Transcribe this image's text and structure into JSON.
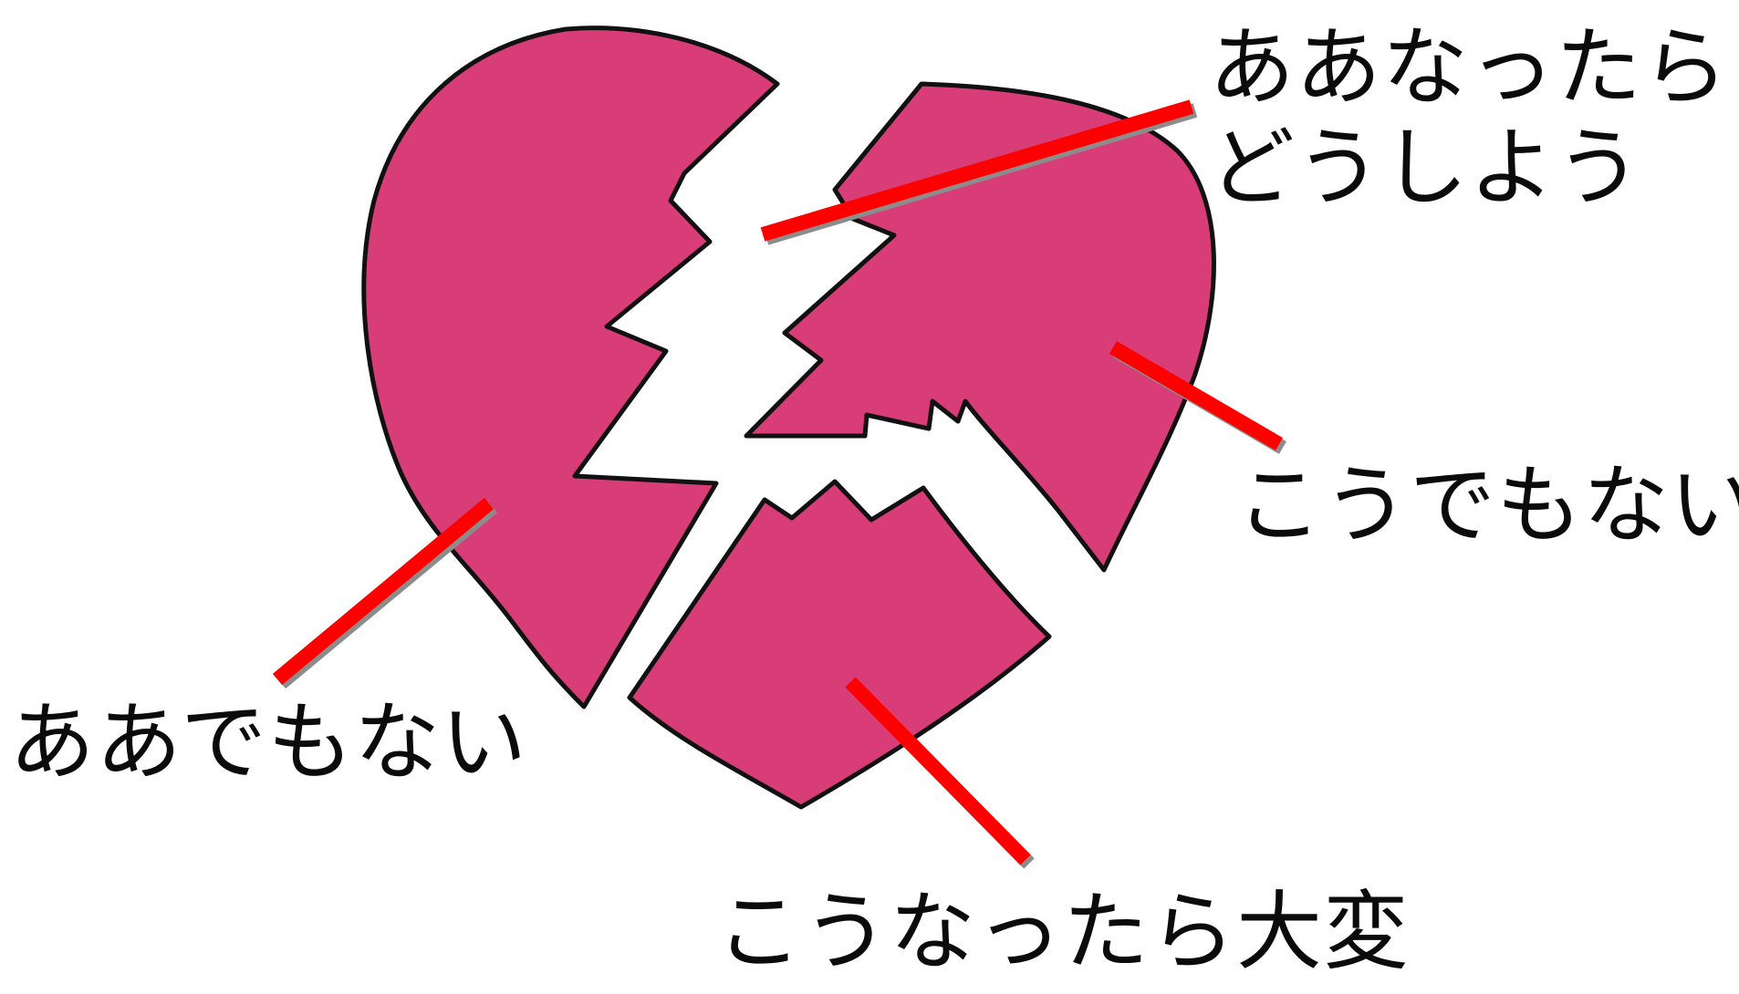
{
  "diagram": {
    "labels": {
      "top_right_line1": "ああなったら",
      "top_right_line2": "どうしよう",
      "right": "こうでもない",
      "left": "ああでもない",
      "bottom": "こうなったら大変"
    },
    "colors": {
      "heart_fill": "#d93d78",
      "outline": "#111111",
      "pointer_line": "#ff0000",
      "pointer_shadow": "#8c8c8c",
      "text": "#0b0b0b",
      "background": "#ffffff"
    }
  }
}
